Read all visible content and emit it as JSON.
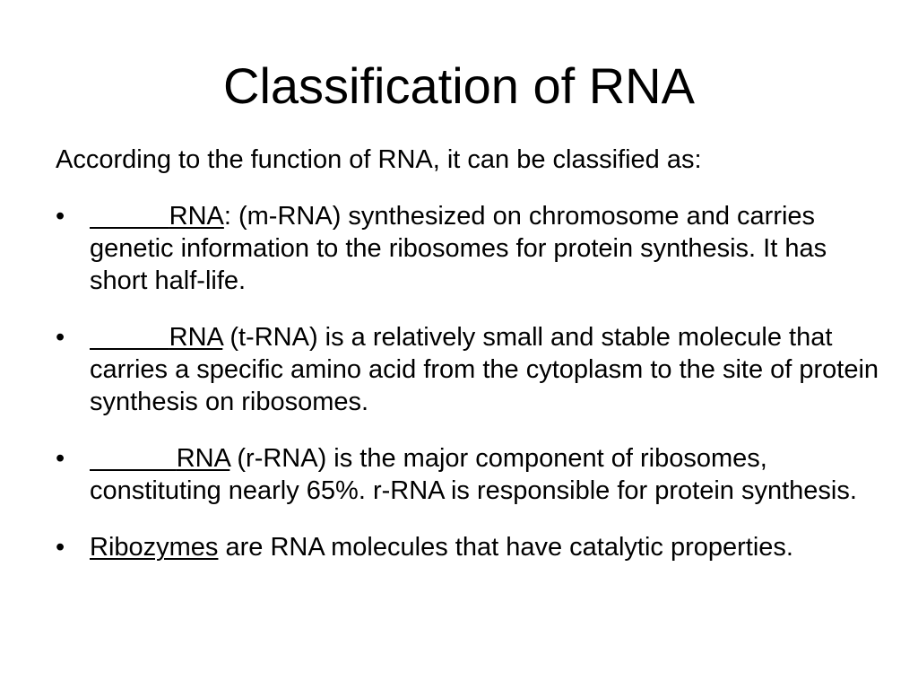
{
  "slide": {
    "title": "Classification of RNA",
    "intro": "According to the function of RNA, it can be classified as:",
    "bullet_glyph": "•",
    "items": [
      {
        "blank": "           ",
        "term": "RNA",
        "rest": ": (m-RNA) synthesized on chromosome and carries genetic information to the ribosomes for protein synthesis. It has short half-life."
      },
      {
        "blank": "           ",
        "term": "RNA",
        "rest": " (t-RNA) is a relatively small and stable molecule that carries a specific amino acid from the cytoplasm to the site of protein synthesis on ribosomes."
      },
      {
        "blank": "            ",
        "term": "RNA",
        "rest": " (r-RNA) is the major component of ribosomes, constituting nearly 65%. r-RNA is responsible for protein synthesis."
      },
      {
        "blank": "",
        "term": "Ribozymes",
        "rest": " are RNA molecules that have catalytic properties."
      }
    ]
  }
}
